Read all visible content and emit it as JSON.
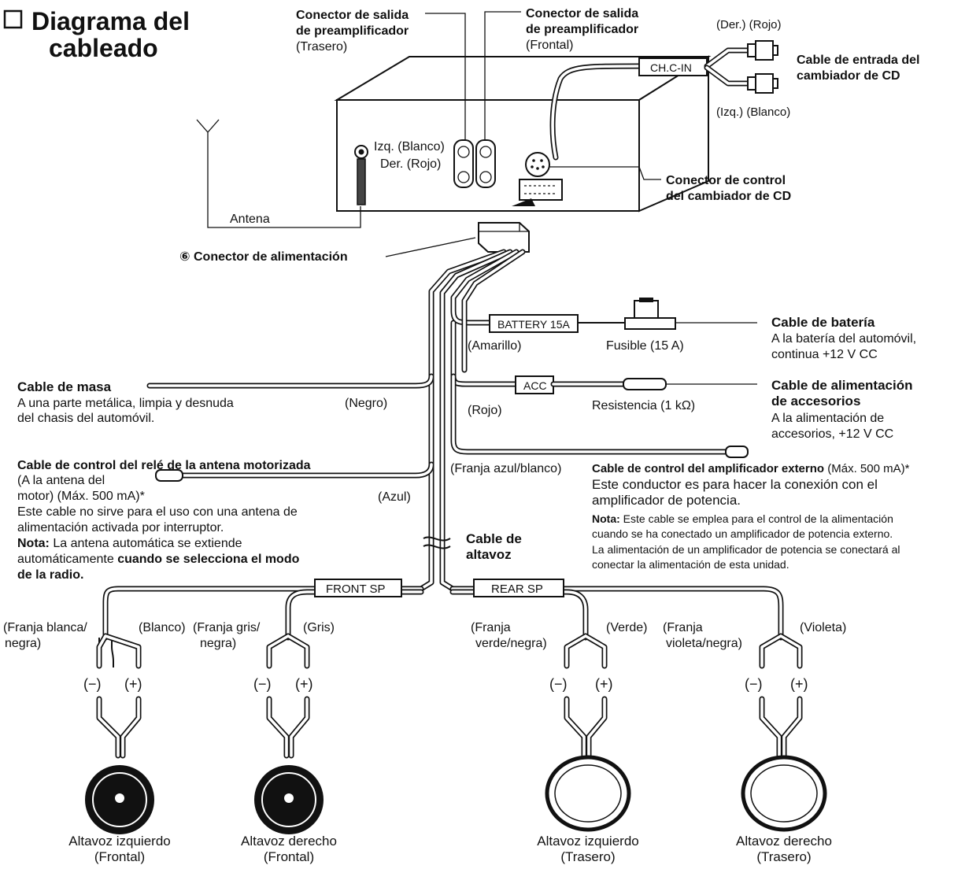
{
  "title": {
    "line1": "Diagrama del",
    "line2": "cableado"
  },
  "head_unit": {
    "preamp_rear": {
      "line1": "Conector de salida",
      "line2": "de preamplificador",
      "line3": "(Trasero)"
    },
    "preamp_front": {
      "line1": "Conector de salida",
      "line2": "de preamplificador",
      "line3": "(Frontal)"
    },
    "cd_input": {
      "right_color": "(Der.) (Rojo)",
      "tag": "CH.C-IN",
      "label_line1": "Cable de entrada del",
      "label_line2": "cambiador de CD",
      "left_color": "(Izq.) (Blanco)"
    },
    "jack_left": "Izq. (Blanco)",
    "jack_right": "Der. (Rojo)",
    "cd_control": {
      "line1": "Conector de control",
      "line2": "del cambiador de CD"
    },
    "antenna": "Antena",
    "power_connector": "⑥ Conector de alimentación"
  },
  "battery": {
    "tag": "BATTERY 15A",
    "color": "(Amarillo)",
    "fuse": "Fusible (15 A)",
    "title": "Cable de batería",
    "desc1": "A la batería del automóvil,",
    "desc2": "continua +12 V CC"
  },
  "ground": {
    "title": "Cable de masa",
    "desc1": "A una parte metálica, limpia y desnuda",
    "desc2": "del chasis del automóvil.",
    "color": "(Negro)"
  },
  "accessory": {
    "tag": "ACC",
    "color": "(Rojo)",
    "resistor": "Resistencia (1 kΩ)",
    "title1": "Cable de alimentación",
    "title2": "de accesorios",
    "desc1": "A la alimentación de",
    "desc2": "accesorios, +12 V CC"
  },
  "antenna_relay": {
    "title": "Cable de control del relé de la antena motorizada",
    "line1": "(A la antena del",
    "line2": "motor) (Máx. 500 mA)*",
    "color": "(Azul)",
    "desc1": "Este cable no sirve para el uso con una antena de",
    "desc2": "alimentación activada por interruptor.",
    "note_label": "Nota:",
    "note1": " La antena automática se extiende",
    "note2a": "automáticamente ",
    "note2b": "cuando se selecciona el modo",
    "note3": "de la radio."
  },
  "amp_control": {
    "color": "(Franja azul/blanco)",
    "title": "Cable de control del amplificador externo",
    "title_suffix": " (Máx. 500 mA)*",
    "desc1": "Este conductor es para hacer la conexión con el",
    "desc2": "amplificador de potencia.",
    "note_label": "Nota:",
    "note1": " Este cable se emplea para el control de la alimentación",
    "note2": "cuando se ha conectado un amplificador de potencia externo.",
    "note3": "La alimentación de un amplificador de potencia se conectará al",
    "note4": "conectar la alimentación de esta unidad."
  },
  "speaker_cable": {
    "line1": "Cable de",
    "line2": "altavoz"
  },
  "front_sp": "FRONT SP",
  "rear_sp": "REAR SP",
  "speakers": [
    {
      "minus_color_1": "(Franja blanca/",
      "minus_color_2": "negra)",
      "plus_color": "(Blanco)",
      "minus": "(−)",
      "plus": "(+)",
      "name": "Altavoz izquierdo",
      "position": "(Frontal)"
    },
    {
      "minus_color_1": "(Franja gris/",
      "minus_color_2": "negra)",
      "plus_color": "(Gris)",
      "minus": "(−)",
      "plus": "(+)",
      "name": "Altavoz derecho",
      "position": "(Frontal)"
    },
    {
      "minus_color_1": "(Franja",
      "minus_color_2": "verde/negra)",
      "plus_color": "(Verde)",
      "minus": "(−)",
      "plus": "(+)",
      "name": "Altavoz izquierdo",
      "position": "(Trasero)"
    },
    {
      "minus_color_1": "(Franja",
      "minus_color_2": "violeta/negra)",
      "plus_color": "(Violeta)",
      "minus": "(−)",
      "plus": "(+)",
      "name": "Altavoz derecho",
      "position": "(Trasero)"
    }
  ]
}
